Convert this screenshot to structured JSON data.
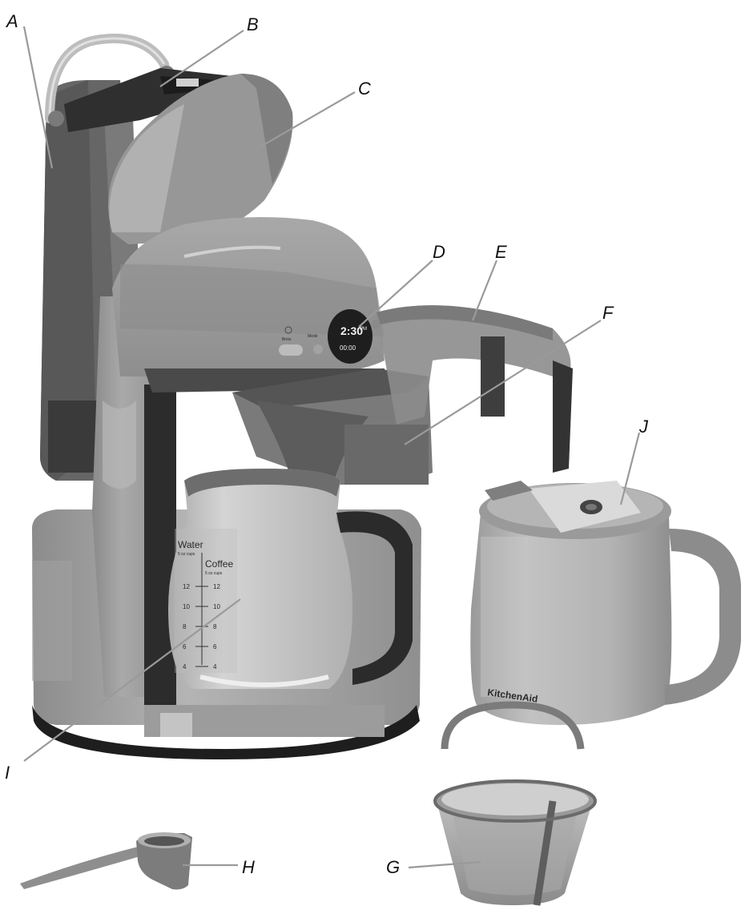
{
  "callouts": {
    "A": "A",
    "B": "B",
    "C": "C",
    "D": "D",
    "E": "E",
    "F": "F",
    "G": "G",
    "H": "H",
    "I": "I",
    "J": "J"
  },
  "carafe_scale": {
    "water_label": "Water",
    "water_unit": "5 oz cups",
    "coffee_label": "Coffee",
    "coffee_unit": "5 oz cups",
    "left_marks": [
      "12",
      "10",
      "8",
      "6",
      "4"
    ],
    "right_marks": [
      "12",
      "10",
      "8",
      "6",
      "4"
    ]
  },
  "control_panel": {
    "time_display": "2:30",
    "ampm": "PM",
    "status_line": "00:00",
    "brew_label": "Brew",
    "mode_label": "Mode"
  },
  "thermal_carafe_brand": "KitchenAid",
  "colors": {
    "body_mid": "#9b9b9b",
    "body_dark": "#6e6e6e",
    "body_light": "#b9b9b9",
    "plastic_dark": "#3a3a3a",
    "glass": "#c8c8c8",
    "leader": "#9a9a9a"
  },
  "icons": {
    "brew_button": "brew-button-icon",
    "mode_button": "mode-button-icon"
  }
}
